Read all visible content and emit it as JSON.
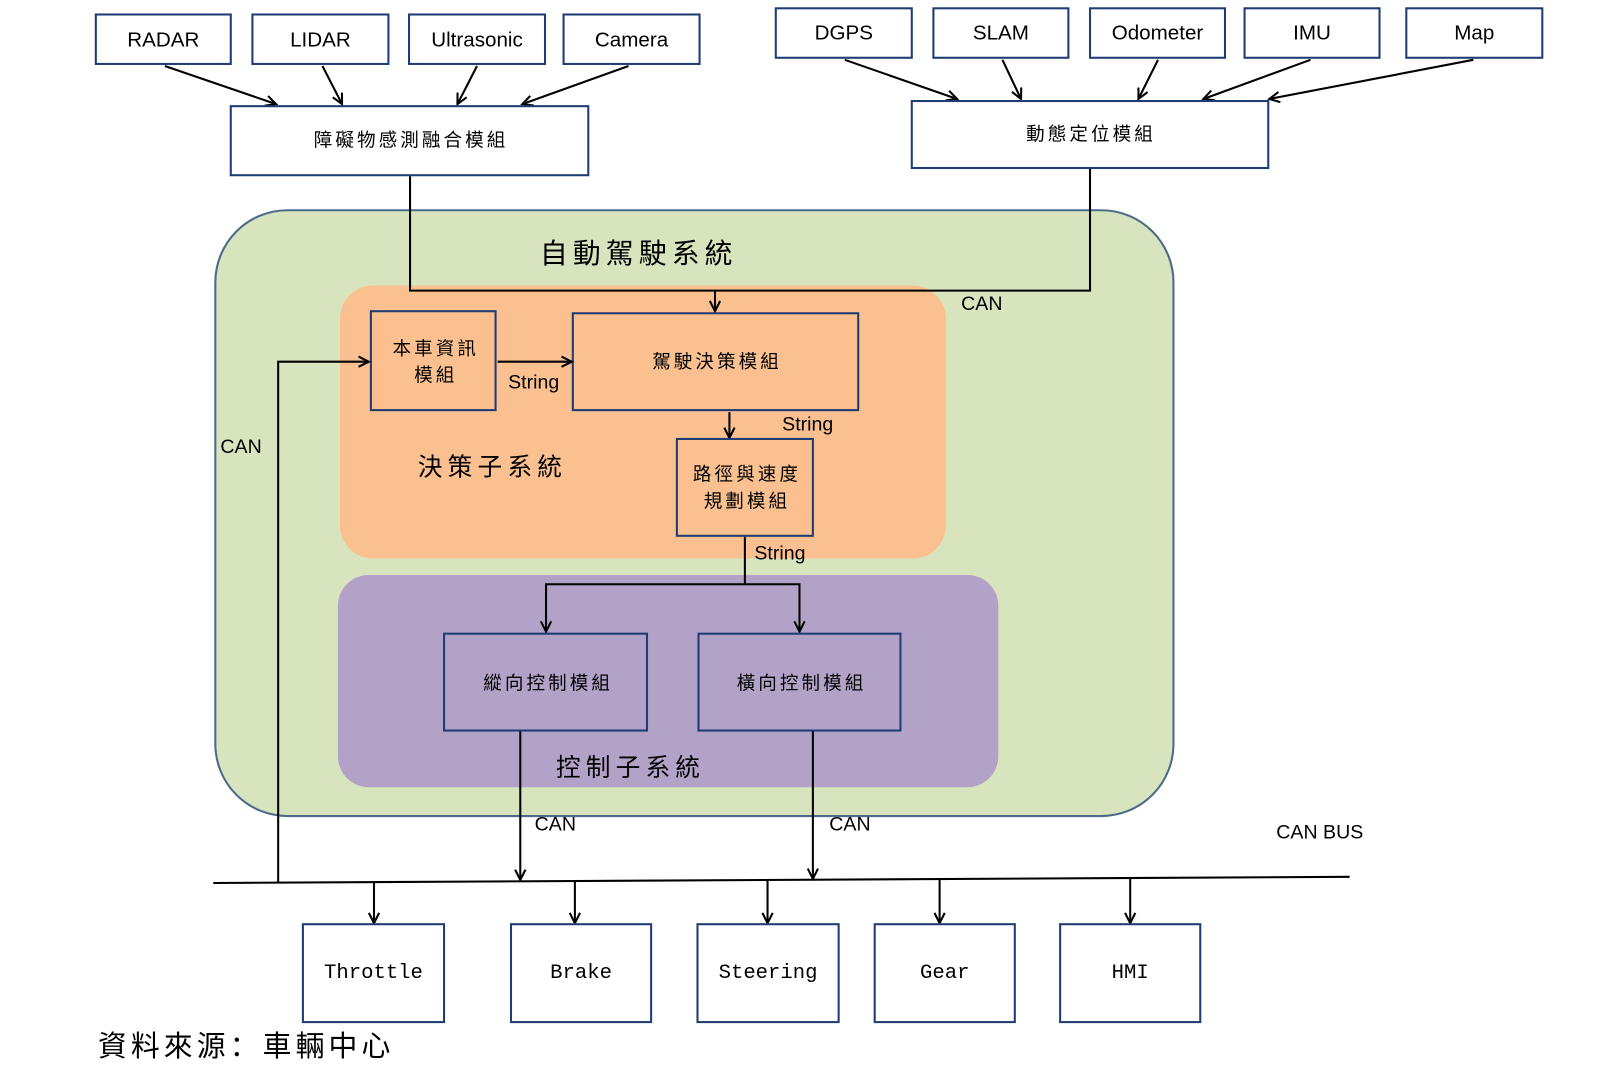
{
  "sensors": {
    "obstacle": [
      "RADAR",
      "LIDAR",
      "Ultrasonic",
      "Camera"
    ],
    "positioning": [
      "DGPS",
      "SLAM",
      "Odometer",
      "IMU",
      "Map"
    ]
  },
  "modules": {
    "obstacle_fusion": "障礙物感測融合模組",
    "dynamic_localization": "動態定位模組",
    "vehicle_info": [
      "本車資訊",
      "模組"
    ],
    "driving_decision": "駕駛決策模組",
    "path_speed_planning": [
      "路徑與速度",
      "規劃模組"
    ],
    "longitudinal_control": "縱向控制模組",
    "lateral_control": "橫向控制模組"
  },
  "groups": {
    "autonomous_driving_system": "自動駕駛系統",
    "decision_subsystem": "決策子系統",
    "control_subsystem": "控制子系統"
  },
  "links": {
    "perception_to_decision": "CAN",
    "bus_to_vehicle_info": "CAN",
    "vehicle_info_to_decision": "String",
    "decision_to_planning": "String",
    "planning_to_control": "String",
    "longitudinal_to_bus": "CAN",
    "lateral_to_bus": "CAN",
    "bus": "CAN BUS"
  },
  "actuators": [
    "Throttle",
    "Brake",
    "Steering",
    "Gear",
    "HMI"
  ],
  "source": "資料來源：車輛中心",
  "colors": {
    "box_stroke": "#1f3c73",
    "autonomous_system_fill": "#d7e4bd",
    "autonomous_system_stroke": "#4b6b8a",
    "decision_subsystem_fill": "#fac090",
    "control_subsystem_fill": "#b3a2c7",
    "connector": "#000000"
  }
}
